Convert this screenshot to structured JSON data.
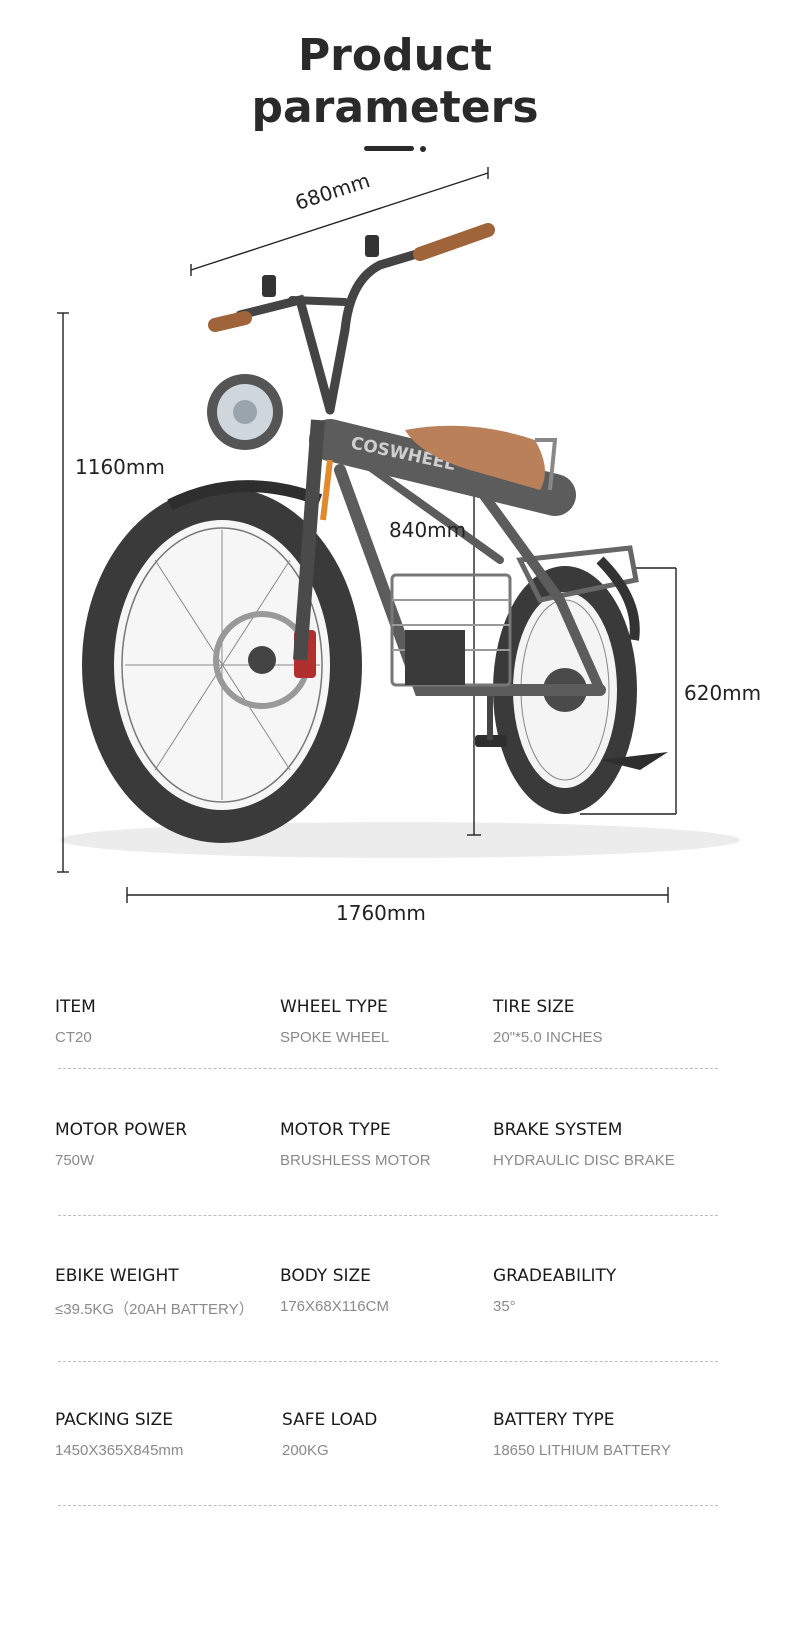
{
  "title": {
    "line1": "Product",
    "line2": "parameters"
  },
  "dimensions": {
    "width": "680mm",
    "height": "1160mm",
    "seat_height": "840mm",
    "rear_height": "620mm",
    "length": "1760mm"
  },
  "bike": {
    "brand_text": "COSWHEEL"
  },
  "specs": [
    [
      {
        "label": "ITEM",
        "value": "CT20"
      },
      {
        "label": "WHEEL TYPE",
        "value": "SPOKE WHEEL"
      },
      {
        "label": "TIRE SIZE",
        "value": "20\"*5.0  INCHES"
      }
    ],
    [
      {
        "label": "MOTOR POWER",
        "value": "750W"
      },
      {
        "label": "MOTOR TYPE",
        "value": "BRUSHLESS MOTOR"
      },
      {
        "label": "BRAKE SYSTEM",
        "value": "HYDRAULIC DISC BRAKE"
      }
    ],
    [
      {
        "label": "EBIKE WEIGHT",
        "value": "≤39.5KG（20AH BATTERY）"
      },
      {
        "label": "BODY SIZE",
        "value": "176X68X116CM"
      },
      {
        "label": "GRADEABILITY",
        "value": "35°"
      }
    ],
    [
      {
        "label": "PACKING SIZE",
        "value": "1450X365X845mm"
      },
      {
        "label": "SAFE LOAD",
        "value": "200KG"
      },
      {
        "label": "BATTERY TYPE",
        "value": "18650 LITHIUM BATTERY"
      }
    ]
  ],
  "colors": {
    "text": "#2a2a2a",
    "muted": "#8a8a8a",
    "frame": "#5c5c5c",
    "tire": "#3a3a3a",
    "leather": "#b9805a"
  }
}
